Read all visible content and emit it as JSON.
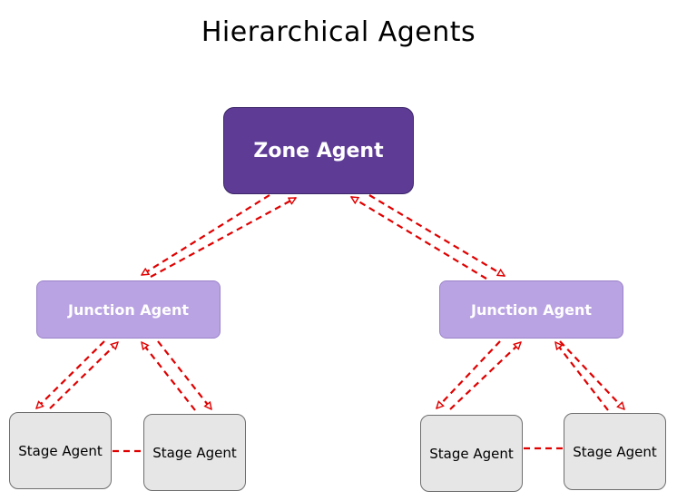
{
  "title": "Hierarchical Agents",
  "colors": {
    "zone_fill": "#5e3c96",
    "zone_text": "#ffffff",
    "junction_fill": "#b9a3e2",
    "junction_text": "#ffffff",
    "stage_fill": "#e6e6e6",
    "stage_text": "#000000",
    "link": "#e00000"
  },
  "nodes": {
    "zone": {
      "label": "Zone Agent"
    },
    "junction_left": {
      "label": "Junction Agent"
    },
    "junction_right": {
      "label": "Junction Agent"
    },
    "stage_1": {
      "label": "Stage Agent"
    },
    "stage_2": {
      "label": "Stage Agent"
    },
    "stage_3": {
      "label": "Stage Agent"
    },
    "stage_4": {
      "label": "Stage Agent"
    }
  },
  "links": [
    {
      "from": "zone",
      "to": "junction_left",
      "type": "bidirectional"
    },
    {
      "from": "zone",
      "to": "junction_right",
      "type": "bidirectional"
    },
    {
      "from": "junction_left",
      "to": "stage_1",
      "type": "bidirectional"
    },
    {
      "from": "junction_left",
      "to": "stage_2",
      "type": "bidirectional"
    },
    {
      "from": "junction_right",
      "to": "stage_3",
      "type": "bidirectional"
    },
    {
      "from": "junction_right",
      "to": "stage_4",
      "type": "bidirectional"
    },
    {
      "from": "stage_1",
      "to": "stage_2",
      "type": "peer"
    },
    {
      "from": "stage_3",
      "to": "stage_4",
      "type": "peer"
    }
  ]
}
